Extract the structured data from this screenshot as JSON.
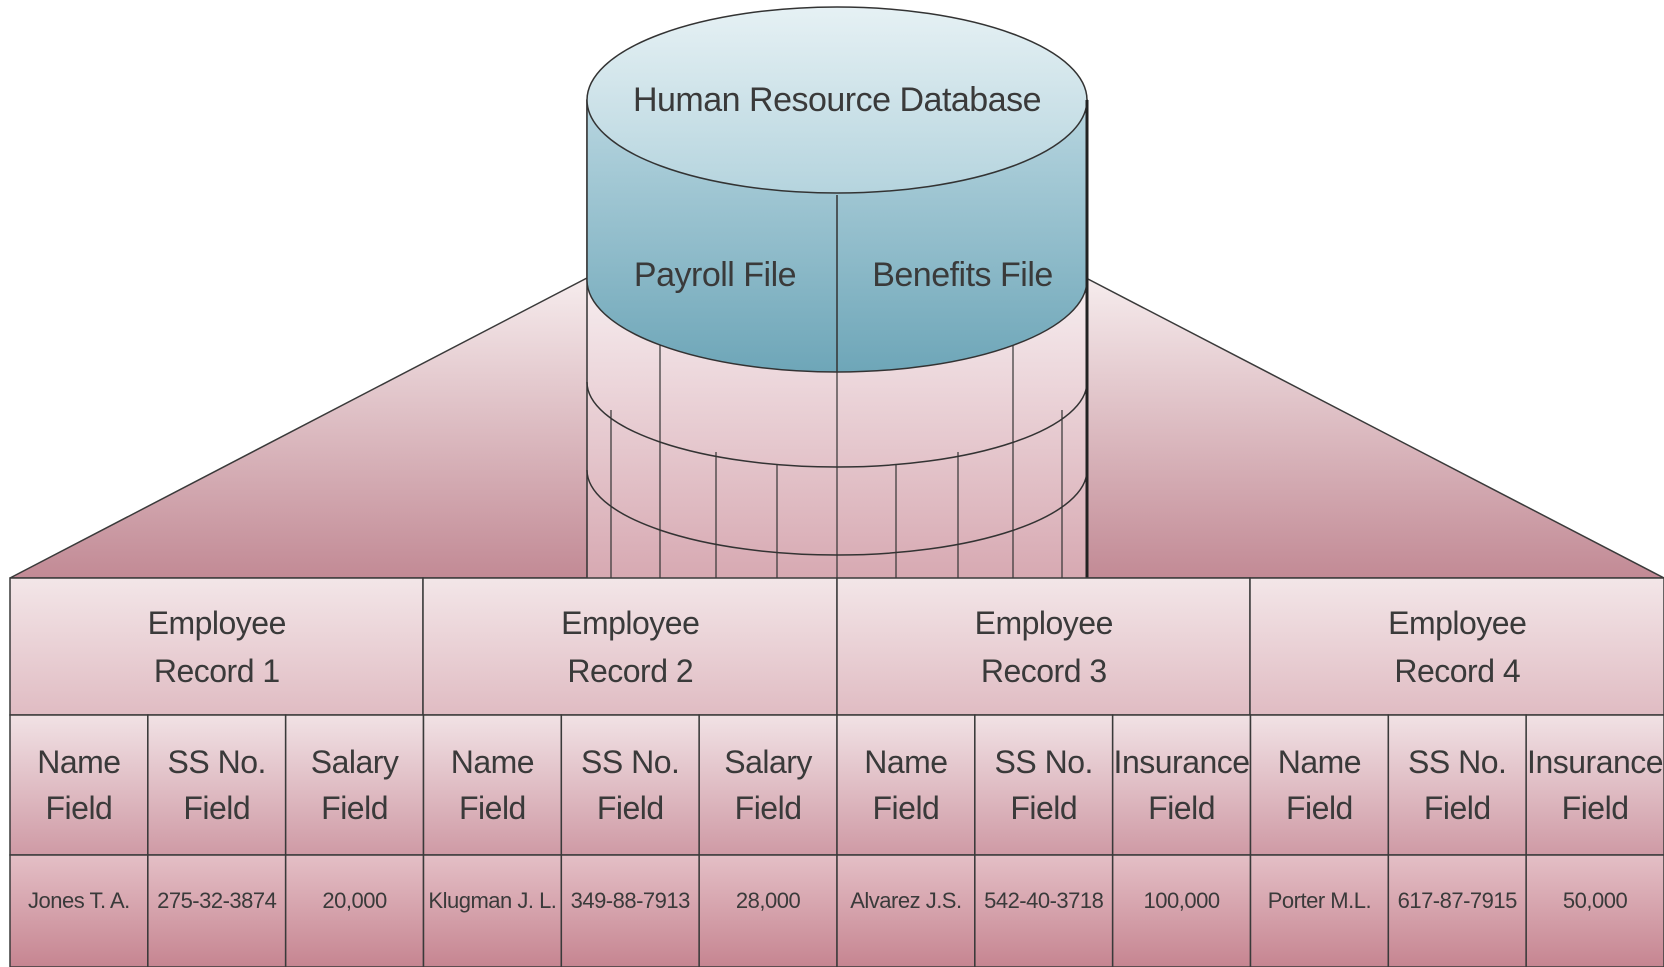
{
  "database": {
    "title": "Human Resource Database",
    "files": [
      {
        "label": "Payroll File"
      },
      {
        "label": "Benefits File"
      }
    ]
  },
  "records": [
    {
      "line1": "Employee",
      "line2": "Record 1",
      "fields": [
        {
          "line1": "Name",
          "line2": "Field",
          "value": "Jones T. A."
        },
        {
          "line1": "SS No.",
          "line2": "Field",
          "value": "275-32-3874"
        },
        {
          "line1": "Salary",
          "line2": "Field",
          "value": "20,000"
        }
      ]
    },
    {
      "line1": "Employee",
      "line2": "Record 2",
      "fields": [
        {
          "line1": "Name",
          "line2": "Field",
          "value": "Klugman J. L."
        },
        {
          "line1": "SS No.",
          "line2": "Field",
          "value": "349-88-7913"
        },
        {
          "line1": "Salary",
          "line2": "Field",
          "value": "28,000"
        }
      ]
    },
    {
      "line1": "Employee",
      "line2": "Record 3",
      "fields": [
        {
          "line1": "Name",
          "line2": "Field",
          "value": "Alvarez J.S."
        },
        {
          "line1": "SS No.",
          "line2": "Field",
          "value": "542-40-3718"
        },
        {
          "line1": "Insurance",
          "line2": "Field",
          "value": "100,000"
        }
      ]
    },
    {
      "line1": "Employee",
      "line2": "Record 4",
      "fields": [
        {
          "line1": "Name",
          "line2": "Field",
          "value": "Porter M.L."
        },
        {
          "line1": "SS No.",
          "line2": "Field",
          "value": "617-87-7915"
        },
        {
          "line1": "Insurance",
          "line2": "Field",
          "value": "50,000"
        }
      ]
    }
  ],
  "colors": {
    "cylinder_top": "#7fb3c3",
    "cylinder_light": "#e2eef2",
    "pink_light": "#f4e8ea",
    "pink_dark": "#c07f8c",
    "outline": "#333333"
  }
}
